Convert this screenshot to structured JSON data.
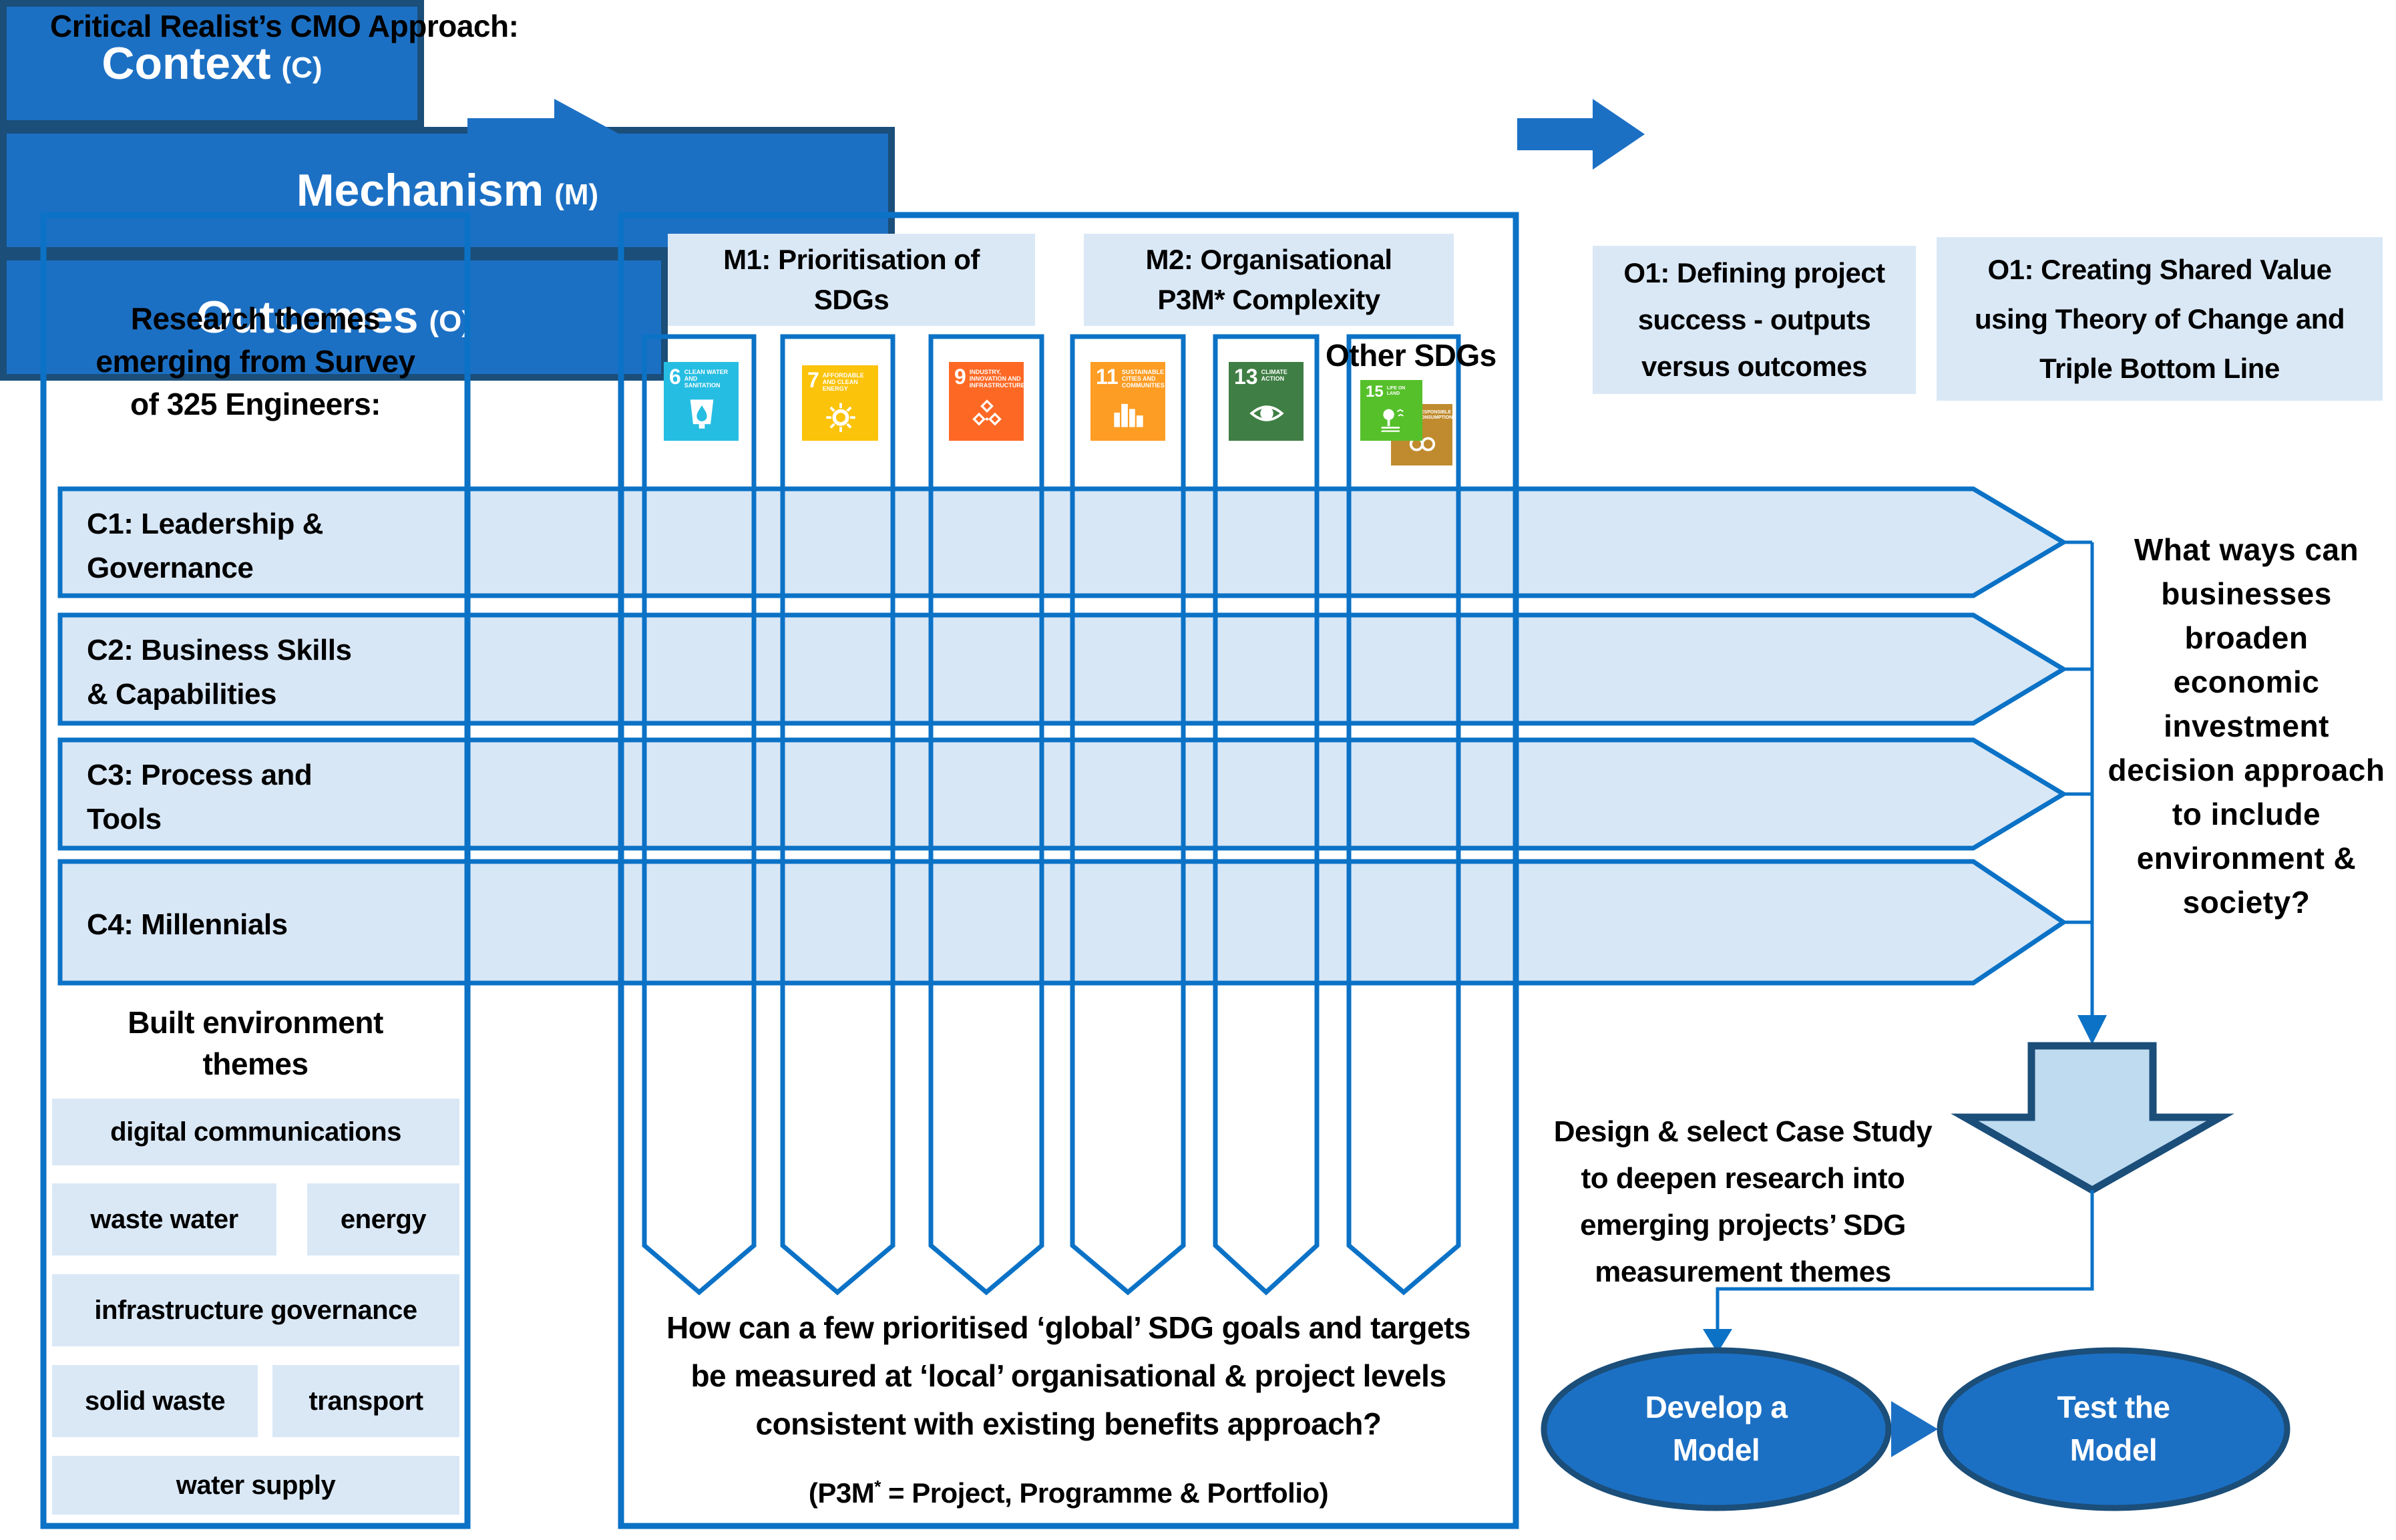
{
  "title": "Critical Realist’s CMO Approach:",
  "headers": {
    "context": {
      "label": "Context",
      "tag": "(C)"
    },
    "mechanism": {
      "label": "Mechanism",
      "tag": "(M)"
    },
    "outcomes": {
      "label": "Outcomes",
      "tag": "(O)"
    }
  },
  "context_panel": {
    "intro_lines": [
      "Research themes",
      "emerging from Survey",
      "of 325 Engineers:"
    ],
    "themes": [
      {
        "lines": [
          "C1: Leadership &",
          "Governance"
        ]
      },
      {
        "lines": [
          "C2: Business Skills",
          "& Capabilities"
        ]
      },
      {
        "lines": [
          "C3: Process and",
          "Tools"
        ]
      },
      {
        "lines": [
          "C4: Millennials"
        ]
      }
    ],
    "built_heading_lines": [
      "Built environment",
      "themes"
    ],
    "tags": {
      "digital": "digital communications",
      "waste_water": "waste water",
      "energy": "energy",
      "infrastructure": "infrastructure governance",
      "solid_waste": "solid waste",
      "transport": "transport",
      "water_supply": "water supply"
    }
  },
  "mechanism_panel": {
    "m1_lines": [
      "M1:  Prioritisation of",
      "SDGs"
    ],
    "m2_lines": [
      "M2:  Organisational",
      "P3M* Complexity"
    ],
    "other_sdgs": "Other SDGs",
    "sdg_tiles": [
      {
        "number": "6",
        "title": "Clean Water and Sanitation",
        "color": "#26BDE2"
      },
      {
        "number": "7",
        "title": "Affordable and Clean Energy",
        "color": "#FCC30B"
      },
      {
        "number": "9",
        "title": "Industry, Innovation and Infrastructure",
        "color": "#FD6925"
      },
      {
        "number": "11",
        "title": "Sustainable Cities and Communities",
        "color": "#FD9D24"
      },
      {
        "number": "13",
        "title": "Climate Action",
        "color": "#3F7E44"
      },
      {
        "number": "15",
        "title": "Life on Land",
        "color": "#56C02B"
      },
      {
        "number": "12",
        "title": "Responsible Consumption",
        "color": "#BF8B2E"
      }
    ],
    "question_lines": [
      "How can a few prioritised ‘global’ SDG goals and targets",
      "be measured at ‘local’ organisational & project levels",
      "consistent with existing benefits approach?"
    ],
    "note": {
      "prefix": "(P3M",
      "sup": "*",
      "suffix": " = Project, Programme & Portfolio)"
    }
  },
  "outcomes_panel": {
    "o1a_lines": [
      "O1:  Defining project",
      "success -  outputs",
      "versus outcomes"
    ],
    "o1b_lines": [
      "O1: Creating Shared Value",
      "using Theory of Change and",
      "Triple Bottom Line"
    ],
    "question_lines": [
      "What ways can",
      "businesses",
      "broaden",
      "economic",
      "investment",
      "decision approach",
      "to include",
      "environment &",
      "society?"
    ],
    "case_study_lines": [
      "Design & select Case Study",
      "to deepen research into",
      "emerging projects’  SDG",
      "measurement themes"
    ],
    "develop_lines": [
      "Develop a",
      "Model"
    ],
    "test_lines": [
      "Test the",
      "Model"
    ]
  },
  "colors": {
    "accent_blue": "#1C70C4",
    "line_blue": "#0B72C6",
    "light_blue": "#DAE8F6",
    "dark_border": "#1B4E79",
    "big_arrow_fill": "#BFDBF0"
  }
}
